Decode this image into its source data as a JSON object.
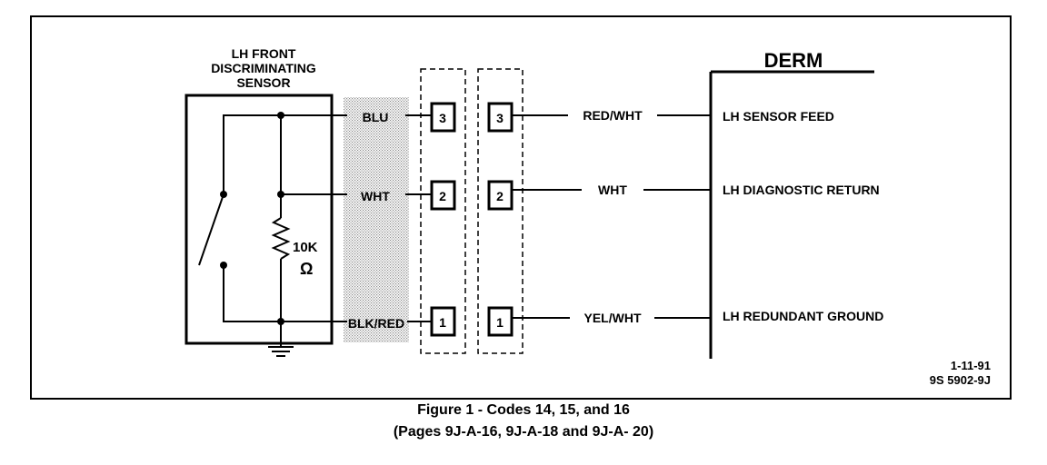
{
  "sensor": {
    "title_lines": [
      "LH FRONT",
      "DISCRIMINATING",
      "SENSOR"
    ],
    "resistor_value": "10K",
    "resistor_unit": "Ω"
  },
  "sensor_wires": {
    "top": "BLU",
    "middle": "WHT",
    "bottom": "BLK/RED"
  },
  "connector_pins": {
    "top": "3",
    "middle": "2",
    "bottom": "1"
  },
  "harness_wires": {
    "top": "RED/WHT",
    "middle": "WHT",
    "bottom": "YEL/WHT"
  },
  "module": {
    "name": "DERM",
    "circuits": [
      "LH SENSOR FEED",
      "LH DIAGNOSTIC RETURN",
      "LH REDUNDANT GROUND"
    ]
  },
  "stamp": {
    "date": "1-11-91",
    "code": "9S 5902-9J"
  },
  "caption": {
    "line1": "Figure 1 - Codes 14, 15, and 16",
    "line2": "(Pages 9J-A-16, 9J-A-18 and 9J-A- 20)"
  }
}
